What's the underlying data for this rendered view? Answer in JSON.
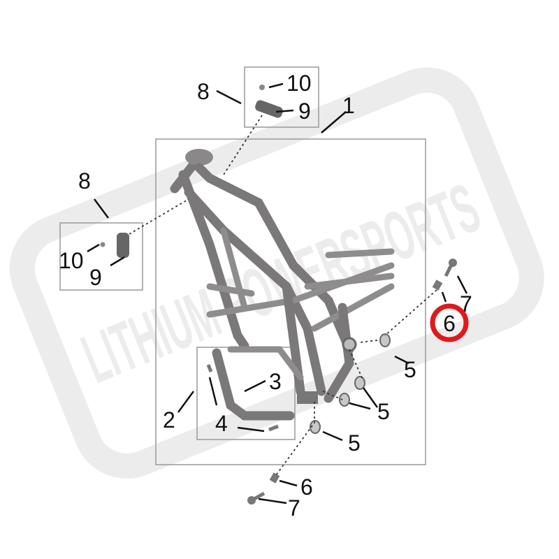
{
  "diagram": {
    "watermark": "LITHIUM POWERSPORTS",
    "labels": {
      "frame": "1",
      "guard": "2",
      "bolt_guard": "3",
      "bolt_small": "4",
      "washer": "5",
      "nut": "6",
      "bolt": "7",
      "bracket_assembly": "8",
      "bracket": "9",
      "screw": "10"
    },
    "highlight": {
      "label": "6",
      "color": "#e0191c"
    }
  }
}
